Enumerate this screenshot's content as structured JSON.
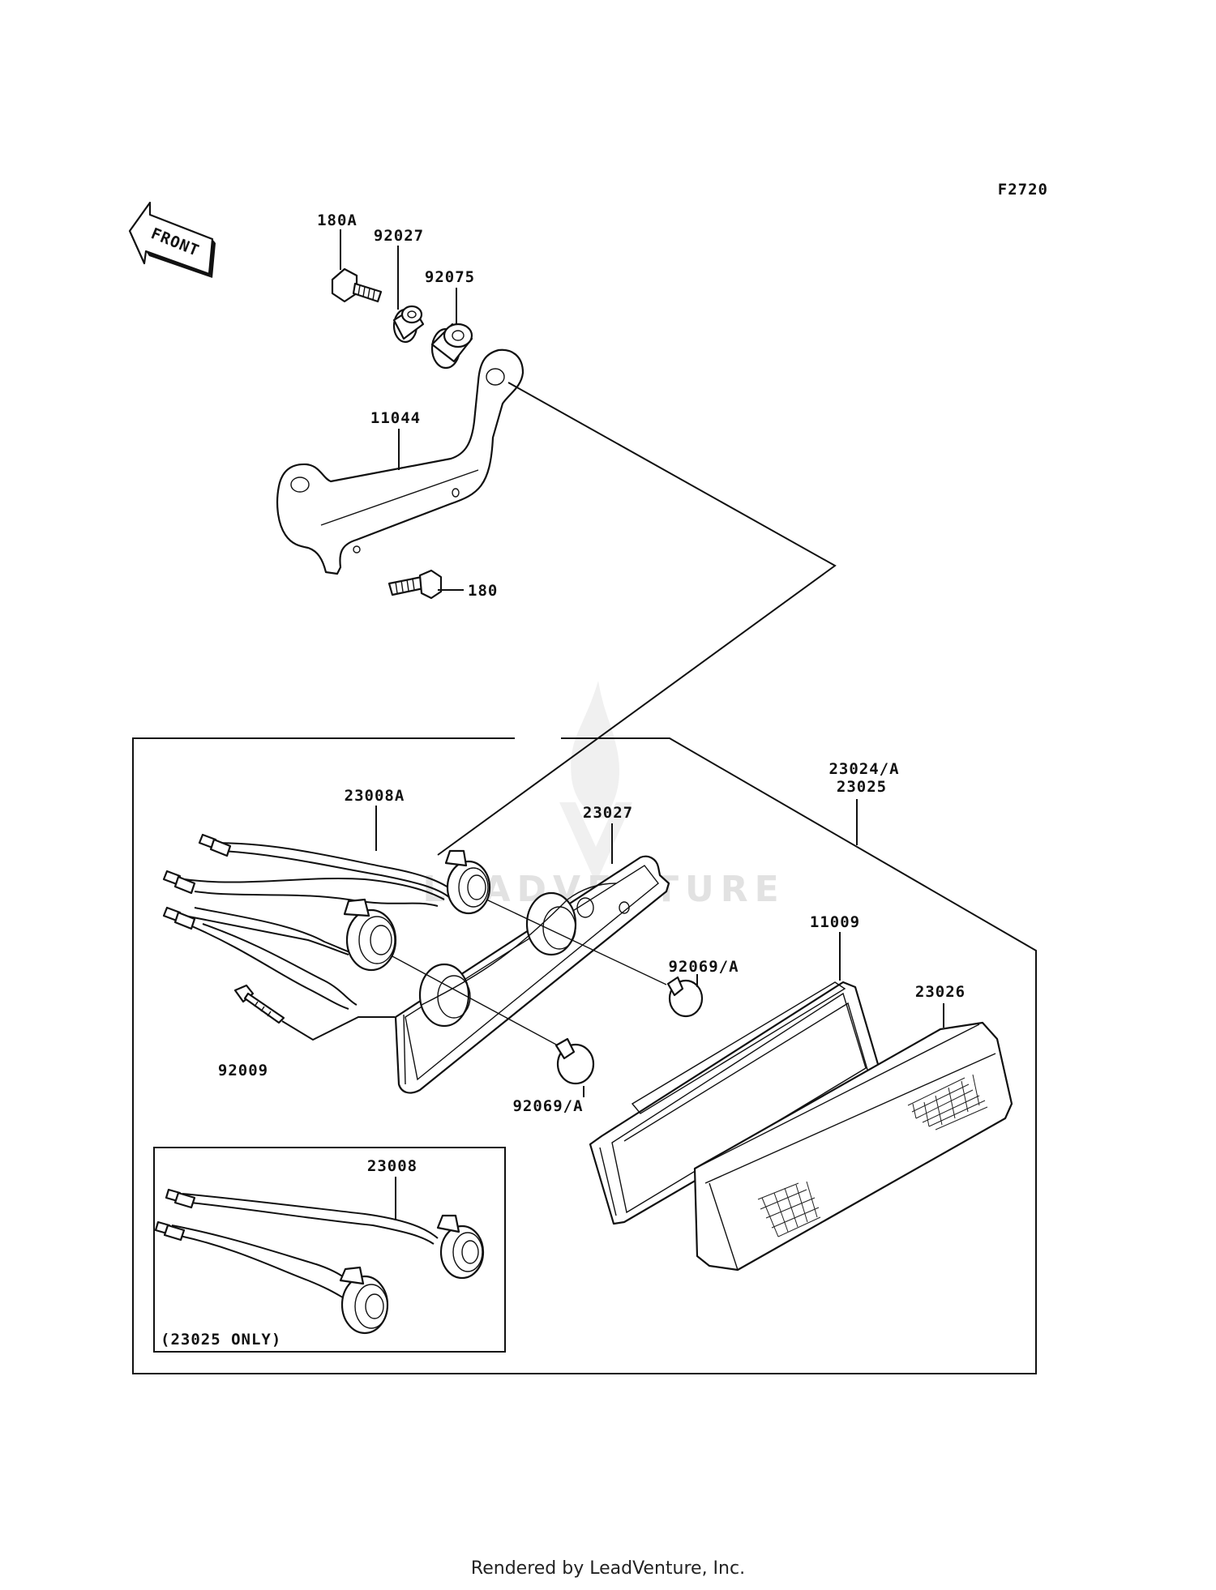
{
  "diagram_code": "F2720",
  "front_label": "FRONT",
  "watermark": "LEADVENTURE",
  "footer": "Rendered by LeadVenture, Inc.",
  "subset_note": "(23025 ONLY)",
  "callouts": {
    "c180a": "180A",
    "c92027": "92027",
    "c92075": "92075",
    "c11044": "11044",
    "c180": "180",
    "c23008a": "23008A",
    "c23027": "23027",
    "c23024a": "23024/A",
    "c23025": "23025",
    "c11009": "11009",
    "c23026": "23026",
    "c92069a_upper": "92069/A",
    "c92069a_lower": "92069/A",
    "c92009": "92009",
    "c23008": "23008"
  }
}
